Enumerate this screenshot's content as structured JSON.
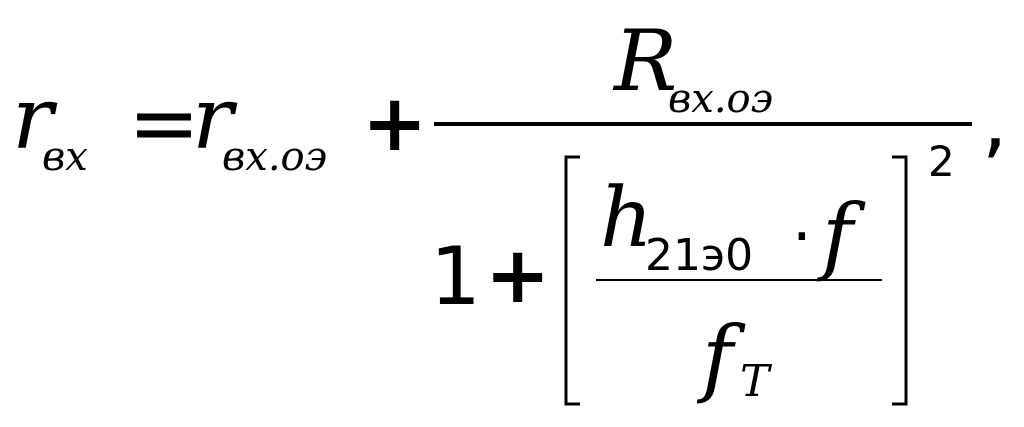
{
  "formula": {
    "lhs": {
      "base": "r",
      "sub": "вх"
    },
    "equals": "=",
    "term1": {
      "base": "r",
      "sub": "вх.оэ"
    },
    "plus1": "+",
    "fraction": {
      "numerator": {
        "base": "R",
        "sub": "вх.оэ"
      },
      "denominator": {
        "one": "1",
        "plus": "+",
        "inner_fraction": {
          "num_base": "h",
          "num_sub": "21э0",
          "dot": "·",
          "num_var": "f",
          "den_base": "f",
          "den_sub": "T"
        },
        "exponent": "2"
      }
    },
    "comma": ","
  }
}
